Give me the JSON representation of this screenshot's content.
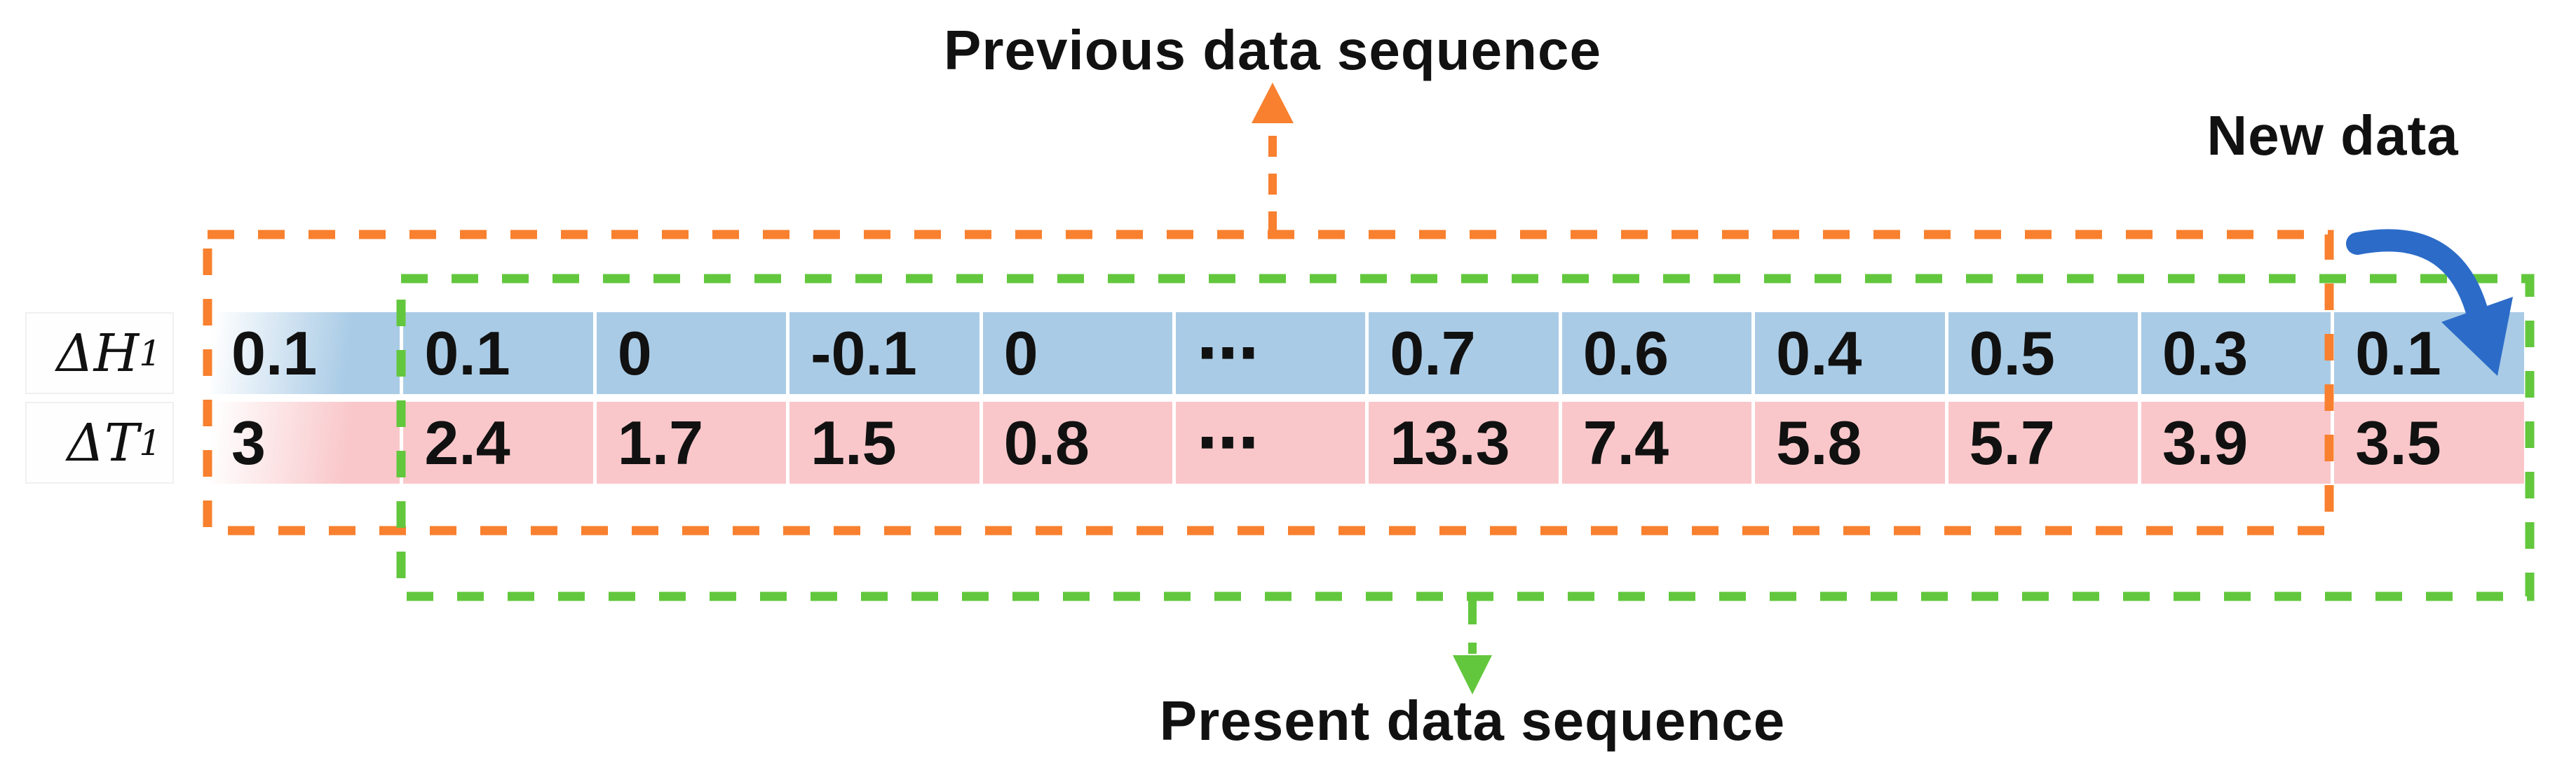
{
  "figure": {
    "previous_label": "Previous data sequence",
    "present_label": "Present data sequence",
    "new_data_label": "New data"
  },
  "table": {
    "columns": 12,
    "rows": [
      {
        "label": "ΔH",
        "subscript": "1",
        "color": "#A9CBE6",
        "values": [
          "0.1",
          "0.1",
          "0",
          "-0.1",
          "0",
          "⋯",
          "0.7",
          "0.6",
          "0.4",
          "0.5",
          "0.3",
          "0.1"
        ]
      },
      {
        "label": "ΔT",
        "subscript": "1",
        "color": "#F9C7CA",
        "values": [
          "3",
          "2.4",
          "1.7",
          "1.5",
          "0.8",
          "⋯",
          "13.3",
          "7.4",
          "5.8",
          "5.7",
          "3.9",
          "3.5"
        ]
      }
    ]
  },
  "annotations": {
    "previous_box_color": "#F8802F",
    "present_box_color": "#62C73D",
    "new_data_arrow_color": "#2C6CC8"
  }
}
